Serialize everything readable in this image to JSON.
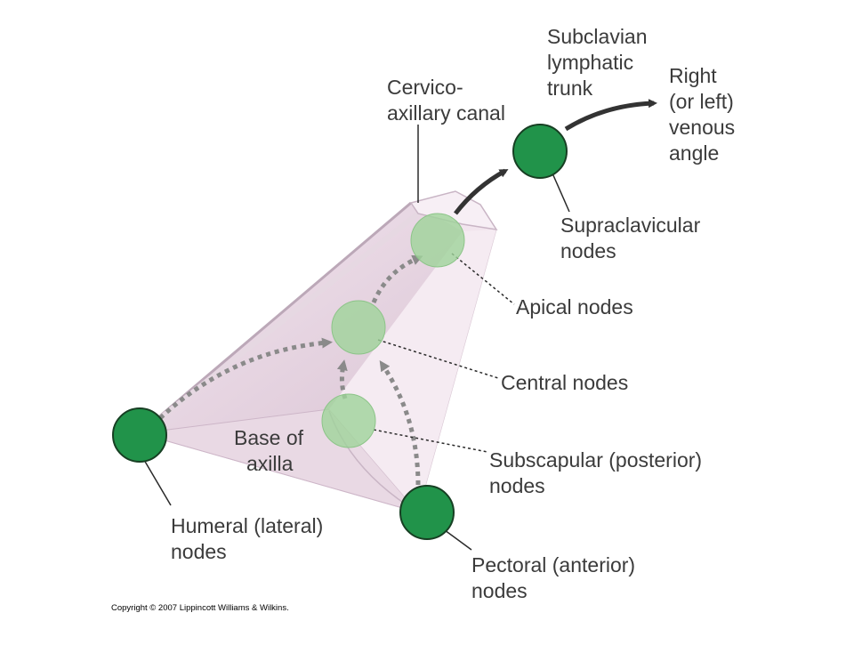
{
  "labels": {
    "subclavian_trunk": [
      "Subclavian",
      "lymphatic",
      "trunk"
    ],
    "venous_angle": [
      "Right",
      "(or left)",
      "venous",
      "angle"
    ],
    "cervicoaxillary_canal": [
      "Cervico-",
      "axillary canal"
    ],
    "supraclavicular_nodes": [
      "Supraclavicular",
      "nodes"
    ],
    "apical_nodes": [
      "Apical nodes"
    ],
    "central_nodes": [
      "Central nodes"
    ],
    "subscapular_nodes": [
      "Subscapular (posterior)",
      "nodes"
    ],
    "base_of_axilla": [
      "Base of",
      "axilla"
    ],
    "humeral_nodes": [
      "Humeral (lateral)",
      "nodes"
    ],
    "pectoral_nodes": [
      "Pectoral (anterior)",
      "nodes"
    ]
  },
  "copyright": "Copyright © 2007 Lippincott Williams & Wilkins.",
  "colors": {
    "node_green": "#21934a",
    "node_green_light": "#9fd39a",
    "pyramid_fill": "#efe0ea",
    "pyramid_shade": "#dcc6d6",
    "arrow_dark": "#333333",
    "arrow_dashed": "#8a8a8a",
    "leader_line": "#2a2a2a",
    "label_text": "#3b3b3b"
  }
}
